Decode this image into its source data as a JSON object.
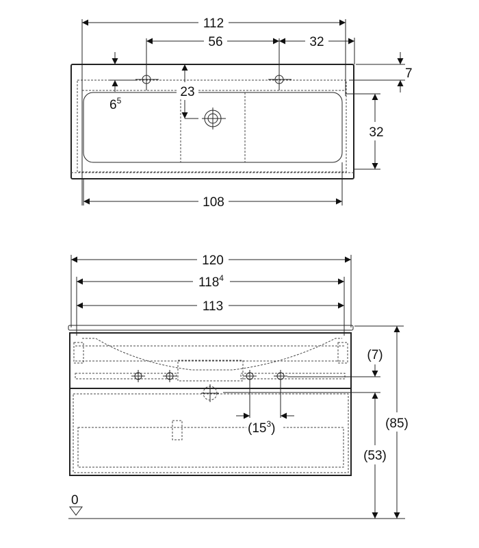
{
  "top_view": {
    "dims": {
      "overall_width": "112",
      "tap_spacing": "56",
      "tap_to_edge": "32",
      "back_edge_depth": "7",
      "rim_offset": "6",
      "rim_offset_sup": "5",
      "drain_offset": "23",
      "basin_depth": "32",
      "basin_width": "108"
    }
  },
  "front_view": {
    "dims": {
      "overall_width": "120",
      "cabinet_width": "118",
      "cabinet_width_sup": "4",
      "inner_width": "113",
      "drain_height": "(7)",
      "hole_spacing_open": "(15",
      "hole_spacing_sup": "3",
      "hole_spacing_close": ")",
      "waste_height": "(53)",
      "total_height": "(85)",
      "floor_level": "0"
    }
  }
}
